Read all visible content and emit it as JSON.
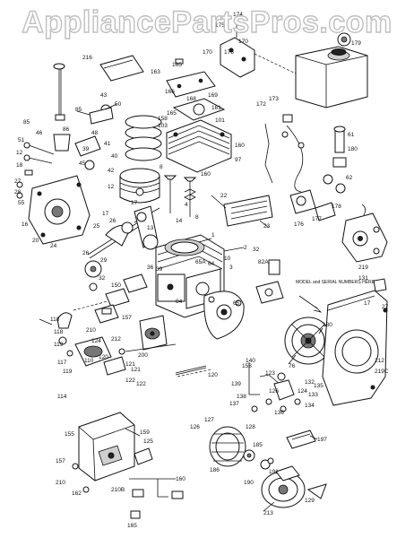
{
  "watermark": "AppliancePartsPros.com",
  "note": "MODEL and SERIAL NUMBERS HERE",
  "labels": {
    "top": [
      "174",
      "175",
      "179",
      "176",
      "170",
      "163",
      "165",
      "216",
      "166",
      "168",
      "169",
      "170"
    ],
    "head": [
      "165",
      "161",
      "158",
      "101",
      "103",
      "160",
      "160",
      "43",
      "50",
      "48",
      "45",
      "40",
      "12",
      "8",
      "97",
      "14",
      "4",
      "8"
    ],
    "left": [
      "85",
      "51",
      "46",
      "85",
      "86",
      "12",
      "18",
      "27",
      "28",
      "39",
      "41",
      "42",
      "55",
      "16",
      "17",
      "20",
      "24",
      "25",
      "26",
      "17",
      "29"
    ],
    "center": [
      "1",
      "2",
      "10",
      "3",
      "13",
      "39",
      "26",
      "32",
      "36",
      "150",
      "157",
      "84",
      "65A",
      "64",
      "65",
      "200",
      "210",
      "212",
      "118",
      "119",
      "124",
      "120",
      "121",
      "122"
    ],
    "right": [
      "172",
      "173",
      "22",
      "23",
      "176",
      "177",
      "178",
      "180",
      "61",
      "62",
      "219",
      "131",
      "17",
      "27",
      "32",
      "82A",
      "76",
      "130",
      "135",
      "212",
      "219C"
    ],
    "lower": [
      "158",
      "140",
      "123",
      "124",
      "126",
      "137",
      "138",
      "139",
      "132",
      "133",
      "134",
      "136",
      "110",
      "114",
      "117",
      "118",
      "119",
      "120",
      "121",
      "122"
    ],
    "bottom": [
      "155",
      "159",
      "157",
      "210",
      "162",
      "125",
      "160",
      "210B",
      "165",
      "186",
      "213",
      "190",
      "191",
      "185",
      "197",
      "126",
      "127",
      "128",
      "129"
    ]
  }
}
